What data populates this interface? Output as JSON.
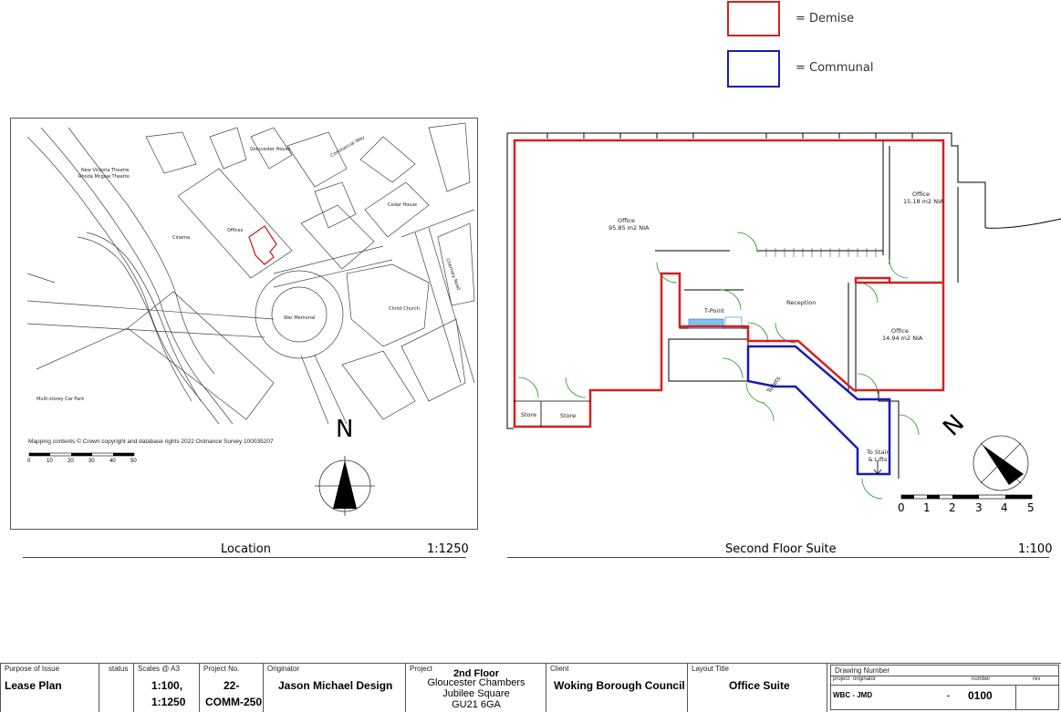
{
  "legend": {
    "demise_label": "= Demise",
    "communal_label": "= Communal",
    "demise_color": "#d42020",
    "communal_color": "#1a1ab8"
  },
  "location_panel": {
    "title": "Location",
    "scale": "1:1250",
    "north_label": "N",
    "copyright": "Mapping contents © Crown copyright and database rights 2022 Ordnance Survey 100035207",
    "scale_bar_ticks": [
      "0",
      "10",
      "20",
      "30",
      "40",
      "50"
    ],
    "map_labels": {
      "theatre": "New Victoria Theatre",
      "theatre2": "Rhoda Mcgaw Theatre",
      "cinema": "Cinema",
      "offices": "Offices",
      "car_park": "Multi-storey Car Park",
      "church": "Christ Church",
      "war_memorial": "War Memorial",
      "gloucester_house": "Gloucester House",
      "cedar_house": "Cedar House",
      "commercial_way": "Commercial Way",
      "chertsey_road": "Chertsey Road"
    }
  },
  "floor_panel": {
    "title": "Second Floor Suite",
    "scale": "1:100",
    "scale_bar_ticks": [
      "0",
      "1",
      "2",
      "3",
      "4",
      "5"
    ],
    "rooms": {
      "office_large": "Office",
      "office_large_area": "95.85 m2 NIA",
      "office_ne": "Office",
      "office_ne_area": "15.18 m2 NIA",
      "office_se": "Office",
      "office_se_area": "14.94 m2 NIA",
      "reception": "Reception",
      "tpoint": "T-Point",
      "store1": "Store",
      "store2": "Store",
      "toilets": "Toilets",
      "stair": "To Stair & Lifts"
    }
  },
  "title_block": {
    "purpose_header": "Purpose of Issue",
    "purpose_value": "Lease Plan",
    "status_header": "status",
    "scales_header": "Scales @ A3",
    "scales_value_1": "1:100,",
    "scales_value_2": "1:1250",
    "project_no_header": "Project No.",
    "project_no_value_1": "22-",
    "project_no_value_2": "COMM-250",
    "originator_header": "Originator",
    "originator_value": "Jason Michael Design",
    "project_header": "Project",
    "project_line1": "2nd Floor",
    "project_line2": "Gloucester Chambers",
    "project_line3": "Jubilee Square",
    "project_line4": "GU21 6GA",
    "client_header": "Client",
    "client_value": "Woking Borough Council",
    "layout_header": "Layout Title",
    "layout_value": "Office Suite",
    "drawing_number_header": "Drawing Number",
    "dn_project_label": "project",
    "dn_originator_label": "originator",
    "dn_number_label": "number",
    "dn_rev_label": "rev",
    "dn_prefix": "WBC -  JMD",
    "dn_dash": "-",
    "dn_number": "0100"
  }
}
